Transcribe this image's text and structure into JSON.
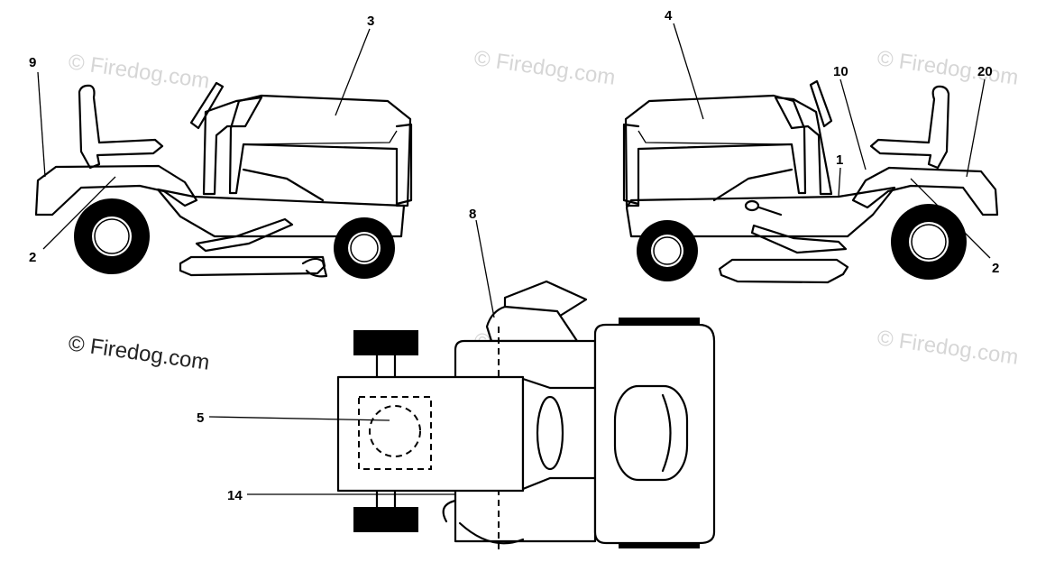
{
  "watermarks": {
    "text": "© Firedog.com"
  },
  "callouts": {
    "c1": "1",
    "c2_left": "2",
    "c2_right": "2",
    "c3": "3",
    "c4": "4",
    "c5": "5",
    "c8": "8",
    "c9": "9",
    "c10": "10",
    "c14": "14",
    "c20": "20"
  },
  "colors": {
    "line": "#000000",
    "watermark_light": "#d6d6d6",
    "watermark_dark": "#222222"
  }
}
